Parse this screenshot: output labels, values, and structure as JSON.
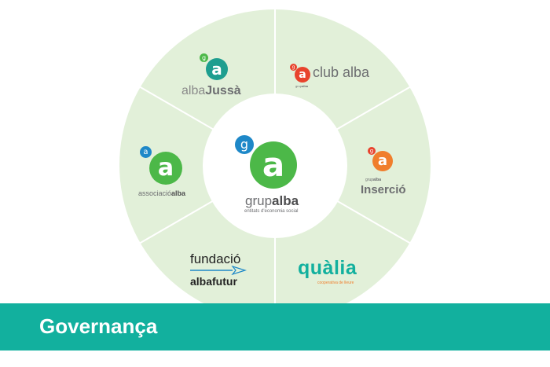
{
  "colors": {
    "segment": "#e2f0d9",
    "divider": "#ffffff",
    "green": "#4cb848",
    "blue": "#1e88c8",
    "red": "#e8432d",
    "orange": "#f07e2c",
    "teal": "#12b09e",
    "grey": "#6d6e71",
    "dark": "#222222"
  },
  "center": {
    "badge_small": "g",
    "badge_big": "a",
    "name_light": "grup",
    "name_bold": "alba",
    "tagline": "entitats d'economia social"
  },
  "segments": {
    "alba_jussa": {
      "badge_small": "g",
      "badge_big": "a",
      "name_light": "alba",
      "name_bold": "Jussà"
    },
    "club_alba": {
      "badge_small": "g",
      "badge_big": "a",
      "name": "club alba",
      "sub_light": "grup",
      "sub_bold": "alba"
    },
    "insercio": {
      "badge_small": "g",
      "badge_big": "a",
      "sub_light": "grup",
      "sub_bold": "alba",
      "name": "Inserció"
    },
    "qualia": {
      "name": "quàlia",
      "tagline": "cooperativa de lleure"
    },
    "albafutur": {
      "line1": "fundació",
      "line2": "albafutur"
    },
    "associacio": {
      "badge_small": "a",
      "badge_big": "a",
      "name_light": "associació",
      "name_bold": "alba"
    }
  },
  "footer": {
    "title": "Governança"
  }
}
